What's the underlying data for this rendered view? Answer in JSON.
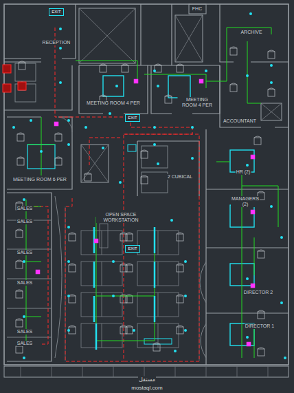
{
  "diagram": {
    "nodes": [
      {
        "text": [
          "EXIT"
        ]
      },
      {
        "text": [
          "EXIT"
        ]
      },
      {
        "text": [
          "EXIT"
        ]
      }
    ],
    "labels": [
      "FHC",
      "RECEPTION",
      "ARCHIVE",
      "MEETING ROOM 4 PER",
      "MEETING ROOM 4 PER",
      "ACCOUNTANT",
      "MEETING ROOM 6 PER",
      "2 CUBICAL",
      "HR (2)",
      "MANAGERS (2)",
      "OPEN SPACE WORKSTATION",
      "SALES",
      "SALES",
      "SALES",
      "SALES",
      "SALES",
      "SALES",
      "DIRECTOR 2",
      "DIRECTOR 1",
      "مستقل",
      "mostaql.com"
    ]
  }
}
